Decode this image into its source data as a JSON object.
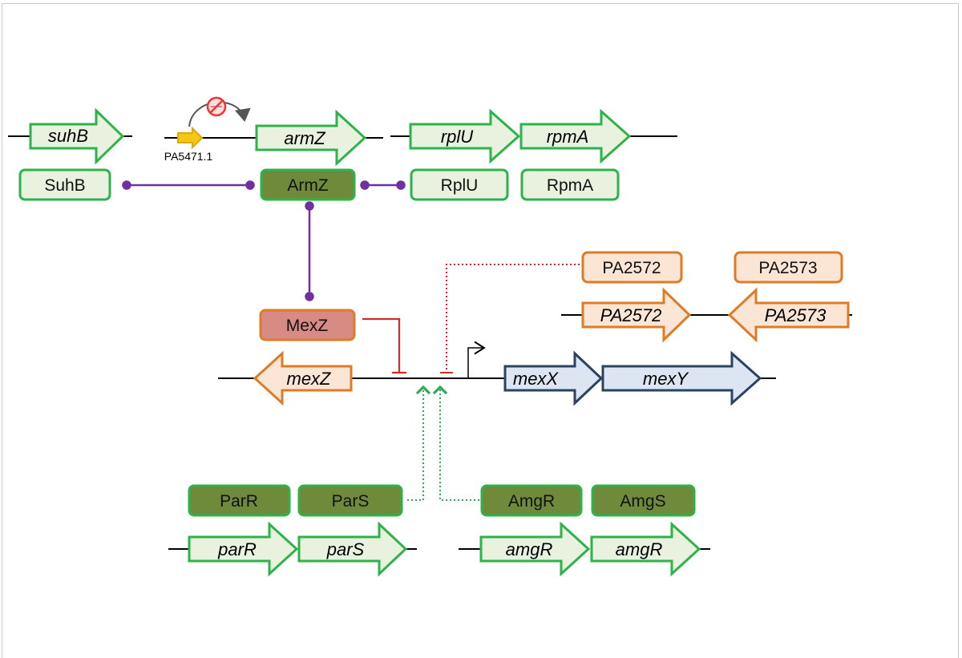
{
  "genes": {
    "suhB": "suhB",
    "armZ": "armZ",
    "rplU": "rplU",
    "rpmA": "rpmA",
    "PA5471_1": "PA5471.1",
    "mexZ": "mexZ",
    "mexX": "mexX",
    "mexY": "mexY",
    "PA2572": "PA2572",
    "PA2573": "PA2573",
    "parR": "parR",
    "parS": "parS",
    "amgR_1": "amgR",
    "amgR_2": "amgR"
  },
  "proteins": {
    "SuhB": "SuhB",
    "ArmZ": "ArmZ",
    "RplU": "RplU",
    "RpmA": "RpmA",
    "MexZ": "MexZ",
    "PA2572": "PA2572",
    "PA2573": "PA2573",
    "ParR": "ParR",
    "ParS": "ParS",
    "AmgR": "AmgR",
    "AmgS": "AmgS"
  },
  "colors": {
    "green_border": "#2db34a",
    "green_fill": "#e8f2df",
    "dark_green_fill": "#6e8a3a",
    "orange_border": "#e07b25",
    "orange_fill": "#fbe5d4",
    "navy_border": "#2b4262",
    "navy_fill": "#dce5f1",
    "mexz_fill": "#d88a84",
    "interaction": "#7030a0",
    "repression": "#d42a2a",
    "activation": "#34a853",
    "promoter_yellow": "#f5c518"
  }
}
